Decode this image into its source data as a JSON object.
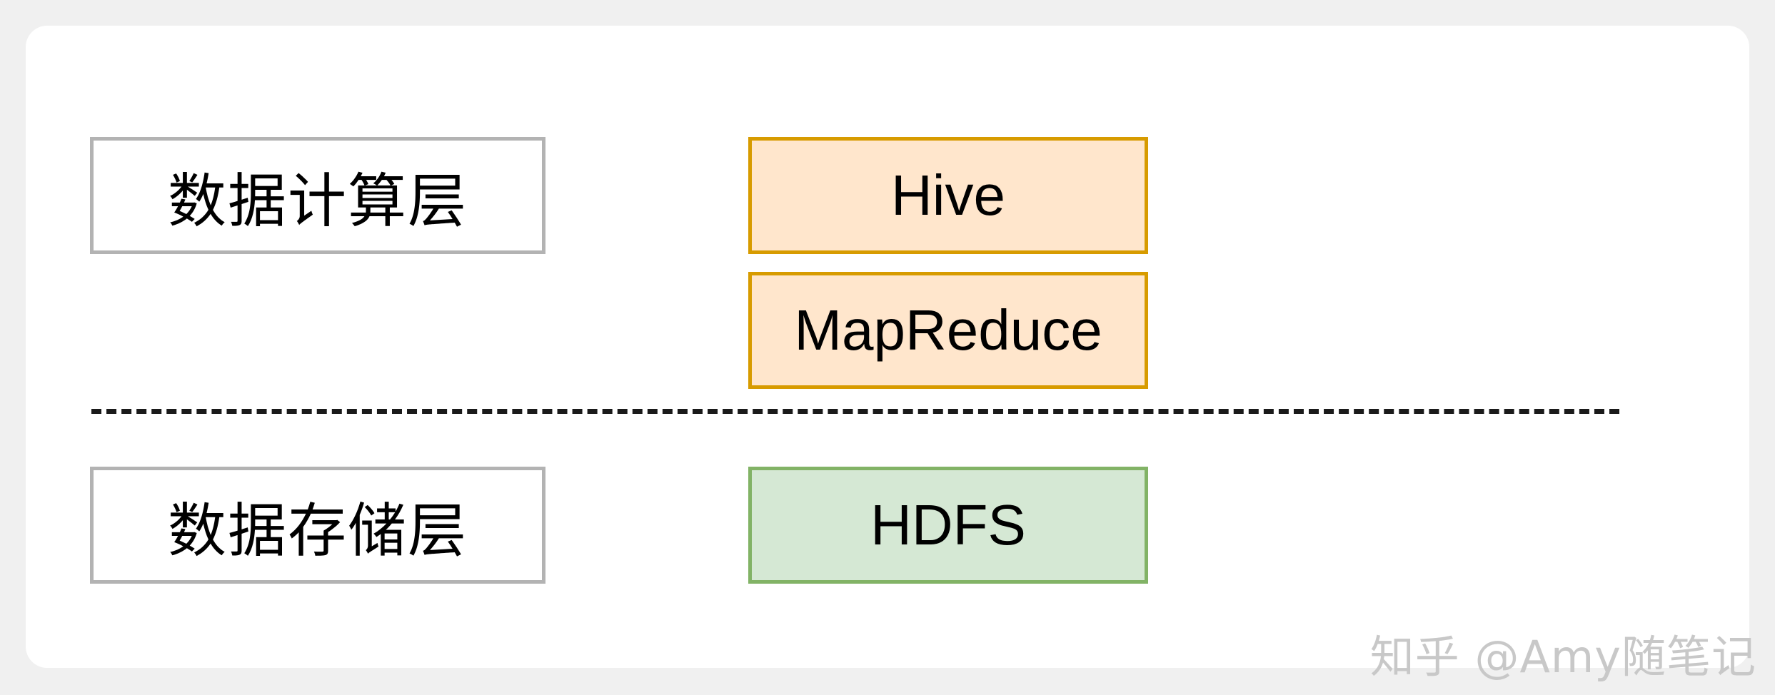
{
  "layers": {
    "compute": {
      "label": "数据计算层",
      "components": [
        "Hive",
        "MapReduce"
      ]
    },
    "storage": {
      "label": "数据存储层",
      "components": [
        "HDFS"
      ]
    }
  },
  "watermark": "知乎 @Amy随笔记",
  "colors": {
    "label_border": "#b3b3b3",
    "compute_fill": "#ffe6cc",
    "compute_border": "#d79b00",
    "storage_fill": "#d5e8d4",
    "storage_border": "#82b366",
    "divider": "#1a1a1a"
  }
}
